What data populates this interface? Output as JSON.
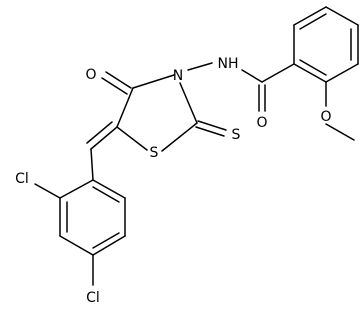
{
  "diagram_type": "chemical-structure",
  "colors": {
    "bond": "#000000",
    "label": "#000000",
    "background": "#ffffff"
  },
  "atoms": {
    "o_ketone": "O",
    "nh": "NH",
    "n_ring": "N",
    "s_ring": "S",
    "s_thione": "S",
    "o_amide": "O",
    "o_methoxy": "O",
    "cl_ortho": "Cl",
    "cl_para": "Cl"
  }
}
